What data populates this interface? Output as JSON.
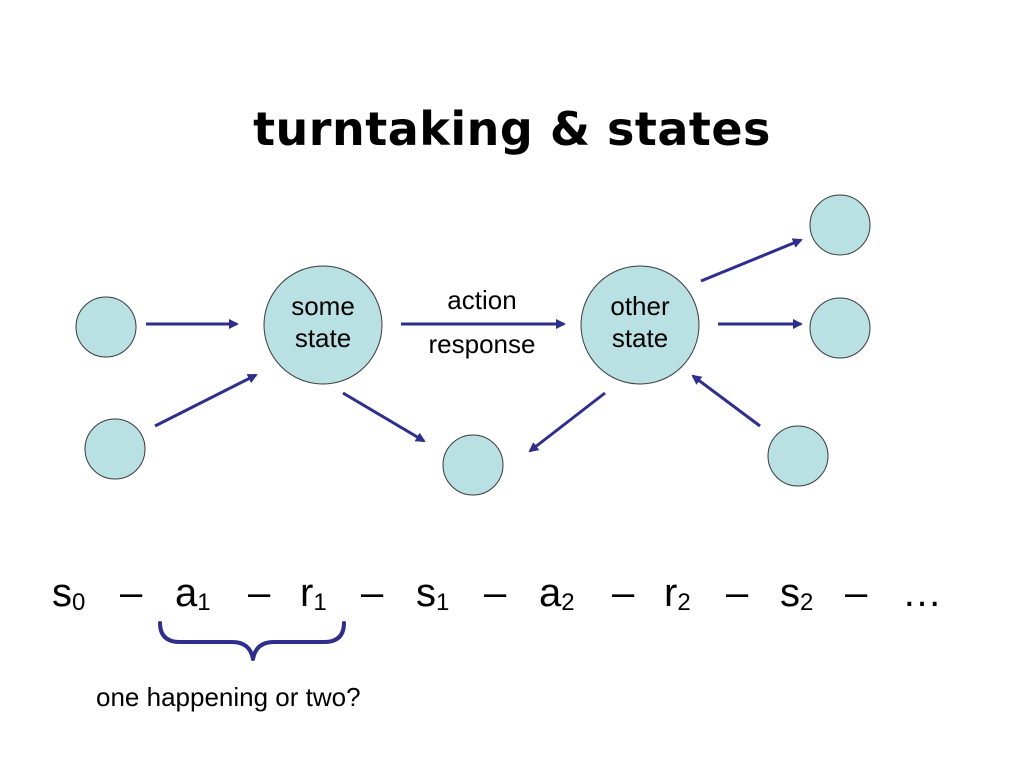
{
  "slide": {
    "title": "turntaking & states",
    "caption": "one happening or two?"
  },
  "diagram": {
    "nodes": [
      {
        "id": "some-state",
        "line1": "some",
        "line2": "state"
      },
      {
        "id": "other-state",
        "line1": "other",
        "line2": "state"
      }
    ],
    "edge_label": {
      "line1": "action",
      "line2": "response"
    }
  },
  "sequence": {
    "tokens": [
      {
        "base": "s",
        "sub": "0"
      },
      {
        "base": "a",
        "sub": "1"
      },
      {
        "base": "r",
        "sub": "1"
      },
      {
        "base": "s",
        "sub": "1"
      },
      {
        "base": "a",
        "sub": "2"
      },
      {
        "base": "r",
        "sub": "2"
      },
      {
        "base": "s",
        "sub": "2"
      },
      {
        "base": "…",
        "sub": ""
      }
    ],
    "separator": "–"
  },
  "colors": {
    "node_fill": "#b9e0e2",
    "node_stroke": "#3a3a3a",
    "arrow": "#2e2e8c",
    "brace": "#2e2e8c",
    "text": "#000000"
  }
}
